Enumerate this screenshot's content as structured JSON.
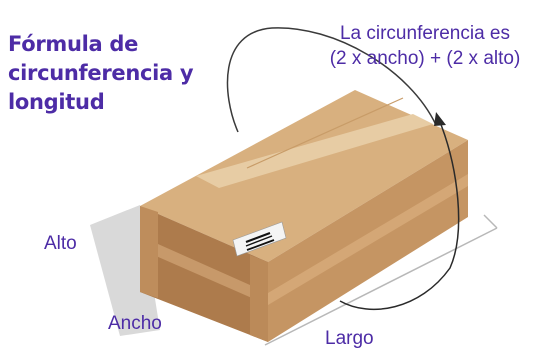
{
  "title": {
    "line1": "Fórmula de",
    "line2": "circunferencia y",
    "line3": "longitud"
  },
  "formula_note": {
    "line1": "La circunferencia es",
    "line2": "(2 x ancho) + (2 x alto)"
  },
  "dimension_labels": {
    "height": "Alto",
    "width": "Ancho",
    "length": "Largo"
  },
  "colors": {
    "accent": "#4d2ca6",
    "box_top": "#d5ac7c",
    "box_front": "#c39463",
    "box_side": "#a9784a",
    "tape": "#e4c9a2",
    "shadow": "#d6d6d6"
  }
}
